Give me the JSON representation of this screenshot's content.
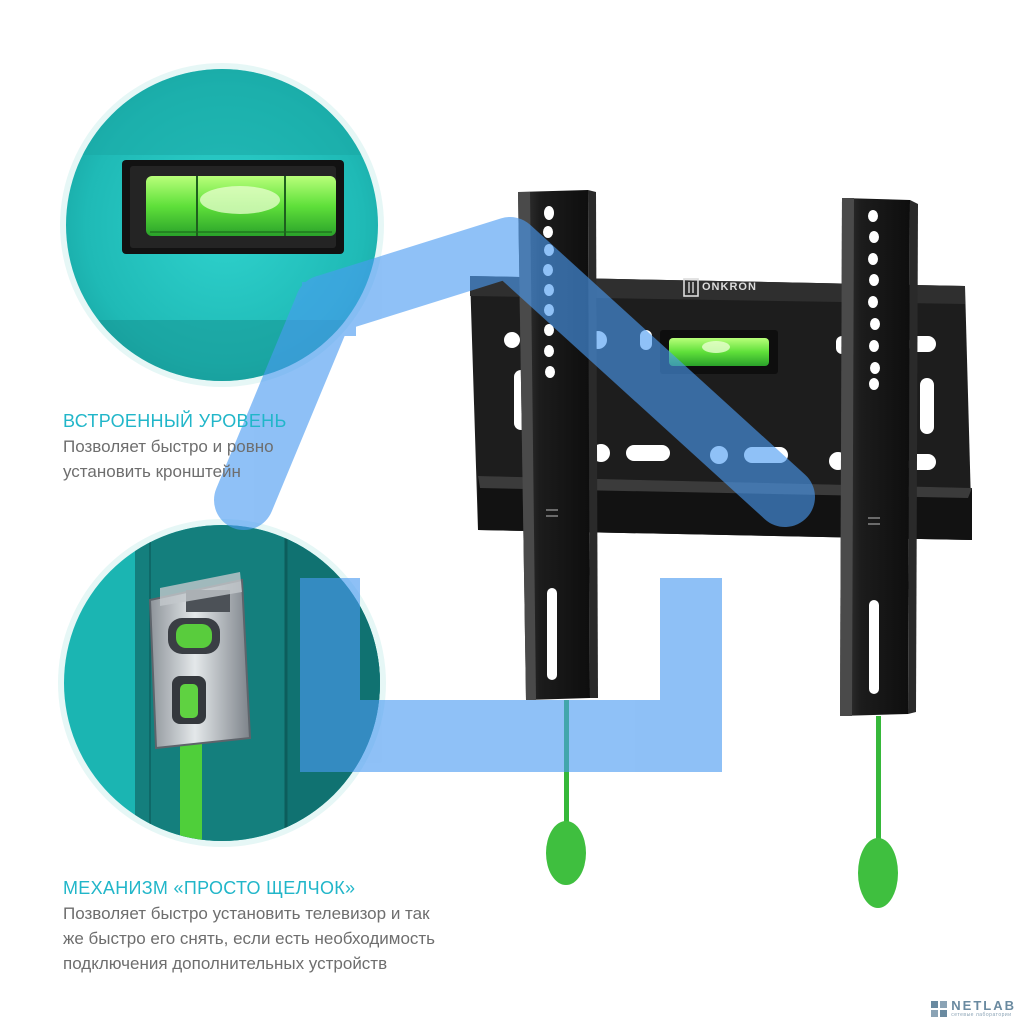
{
  "brand": {
    "logo_text": "ONKRON"
  },
  "features": [
    {
      "title": "ВСТРОЕННЫЙ УРОВЕНЬ",
      "body": "Позволяет быстро и ровно\nустановить кронштейн"
    },
    {
      "title": "МЕХАНИЗМ «ПРОСТО ЩЕЛЧОК»",
      "body": "Позволяет быстро установить телевизор и так\nже быстро его снять, если есть необходимость\nподключения дополнительных устройств"
    }
  ],
  "watermark": {
    "text": "NETLAB",
    "subtext": "сетевые лаборатории"
  },
  "colors": {
    "accent_teal": "#21b6c9",
    "house_overlay_blue": "#4a9bf2",
    "bracket_black": "#1b1b1b",
    "pull_cord_green": "#36b83a"
  },
  "icons": [
    "onkron-logo-icon",
    "netlab-logo-icon",
    "house-outline-watermark"
  ]
}
